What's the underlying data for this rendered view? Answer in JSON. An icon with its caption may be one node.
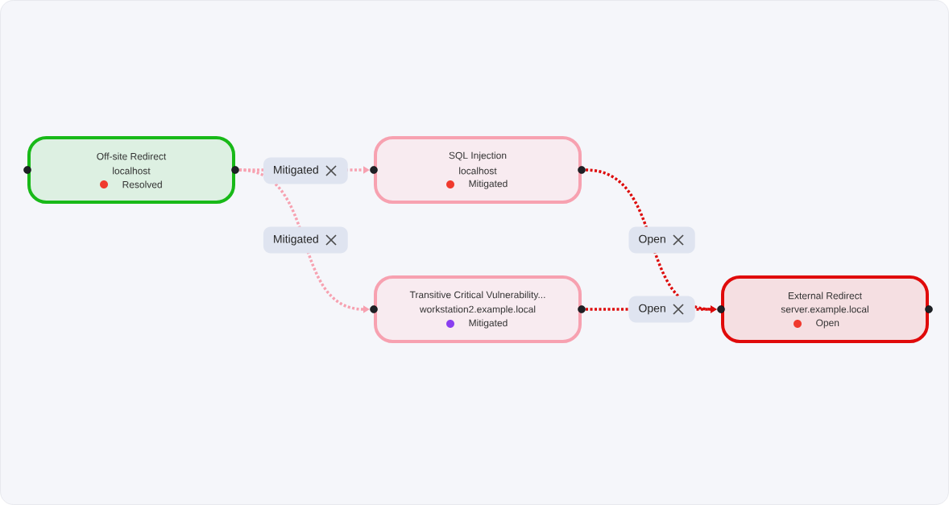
{
  "diagram": {
    "nodes": [
      {
        "text": [
          "Off-site Redirect",
          "localhost",
          "Resolved"
        ]
      },
      {
        "text": [
          "SQL Injection",
          "localhost",
          "Mitigated"
        ]
      },
      {
        "text": [
          "Transitive Critical Vulnerability...",
          "workstation2.example.local",
          "Mitigated"
        ]
      },
      {
        "text": [
          "External Redirect",
          "server.example.local",
          "Open"
        ]
      }
    ],
    "edges": [
      {
        "from": 0,
        "to": 1,
        "arrow": "to",
        "label": "Mitigated"
      },
      {
        "from": 0,
        "to": 2,
        "arrow": "to",
        "label": "Mitigated"
      },
      {
        "from": 1,
        "to": 3,
        "arrow": "to",
        "label": "Open",
        "color": "#dd0a0a"
      },
      {
        "from": 2,
        "to": 3,
        "arrow": "to",
        "label": "Open",
        "color": "#dd0a0a"
      }
    ]
  }
}
